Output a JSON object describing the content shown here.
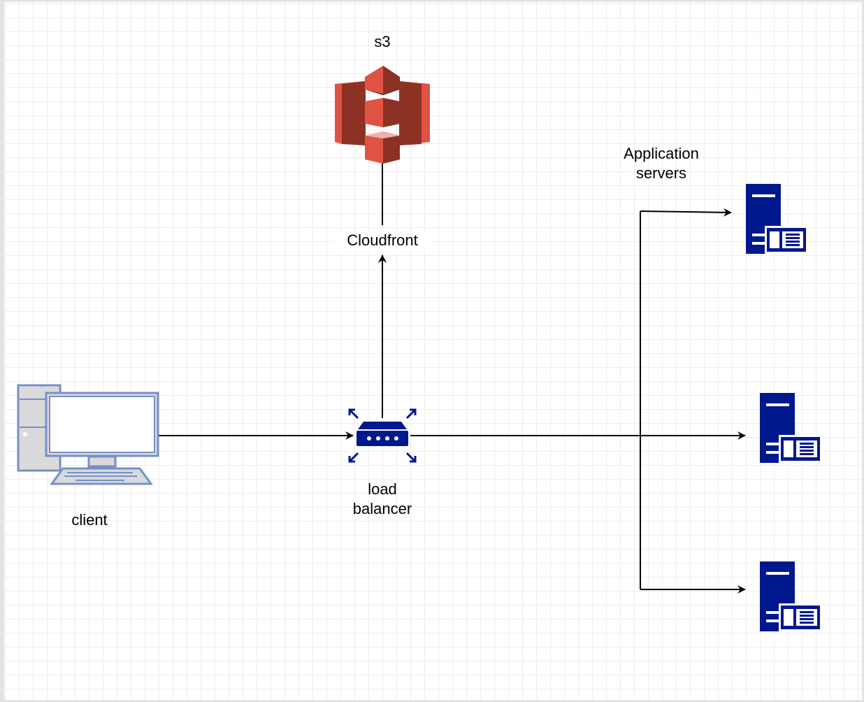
{
  "nodes": {
    "s3": {
      "label": "s3",
      "icon": "s3-bucket-icon",
      "color": "#e05243"
    },
    "cloudfront": {
      "label": "Cloudfront"
    },
    "client": {
      "label": "client",
      "icon": "desktop-computer-icon",
      "color": "#7591c6"
    },
    "load_balancer": {
      "label": "load\nbalancer",
      "icon": "load-balancer-icon",
      "color": "#00188d"
    },
    "application_servers": {
      "label": "Application\nservers",
      "icon": "server-icon",
      "color": "#00188d"
    }
  },
  "edges": [
    {
      "from": "client",
      "to": "load_balancer"
    },
    {
      "from": "load_balancer",
      "to": "cloudfront"
    },
    {
      "from": "cloudfront",
      "to": "s3"
    },
    {
      "from": "load_balancer",
      "to": "application_servers"
    }
  ]
}
